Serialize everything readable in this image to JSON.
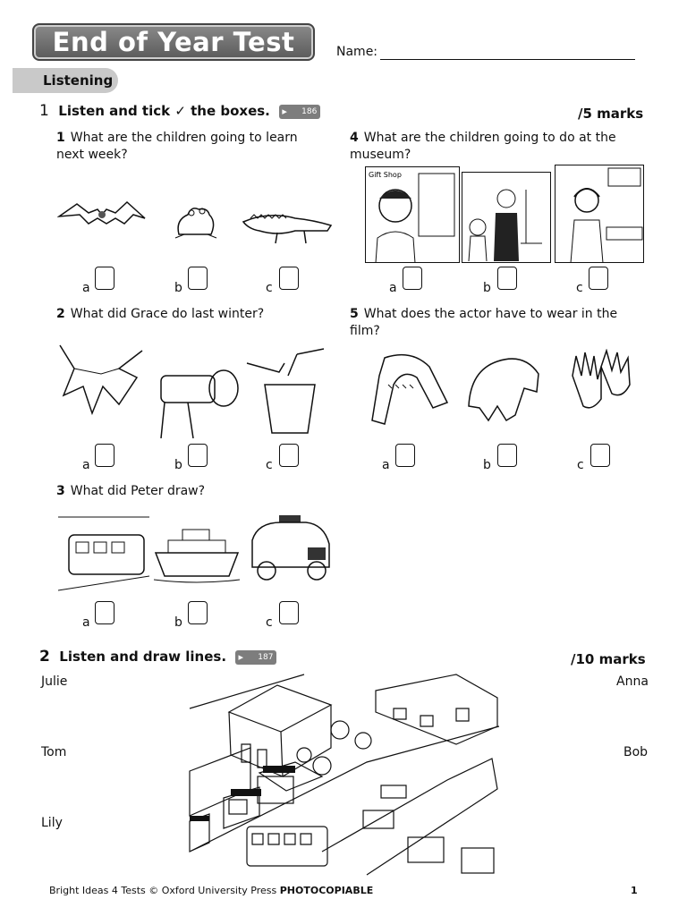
{
  "header": {
    "title": "End of Year Test",
    "name_label": "Name:",
    "section": "Listening"
  },
  "exercise1": {
    "number": "1",
    "instruction": "Listen and tick ✓ the boxes.",
    "track": "186",
    "marks": "/5 marks",
    "questions": [
      {
        "num": "1",
        "text": "What are the children going to learn next week?",
        "options": [
          "a",
          "b",
          "c"
        ],
        "pictures": [
          "bat-picture",
          "frog-picture",
          "crocodile-picture"
        ]
      },
      {
        "num": "2",
        "text": "What did Grace do last winter?",
        "options": [
          "a",
          "b",
          "c"
        ],
        "pictures": [
          "folding-clothes-picture",
          "camera-picture",
          "planting-picture"
        ]
      },
      {
        "num": "3",
        "text": "What did Peter draw?",
        "options": [
          "a",
          "b",
          "c"
        ],
        "pictures": [
          "tram-picture",
          "ship-picture",
          "taxi-picture"
        ]
      },
      {
        "num": "4",
        "text": "What are the children going to do at the museum?",
        "sign": "Gift Shop",
        "options": [
          "a",
          "b",
          "c"
        ],
        "pictures": [
          "boy-gift-shop-picture",
          "museum-guide-picture",
          "cafe-woman-picture"
        ]
      },
      {
        "num": "5",
        "text": "What does the actor have to wear in the film?",
        "options": [
          "a",
          "b",
          "c"
        ],
        "pictures": [
          "scarf-picture",
          "wig-picture",
          "gloves-picture"
        ]
      }
    ]
  },
  "exercise2": {
    "number": "2",
    "instruction": "Listen and draw lines.",
    "track": "187",
    "marks": "/10 marks",
    "names_left": [
      "Julie",
      "Tom",
      "Lily"
    ],
    "names_right": [
      "Anna",
      "Bob"
    ]
  },
  "footer": {
    "credit": "Bright Ideas 4 Tests © Oxford University Press",
    "copy_label": "PHOTOCOPIABLE",
    "page": "1"
  }
}
